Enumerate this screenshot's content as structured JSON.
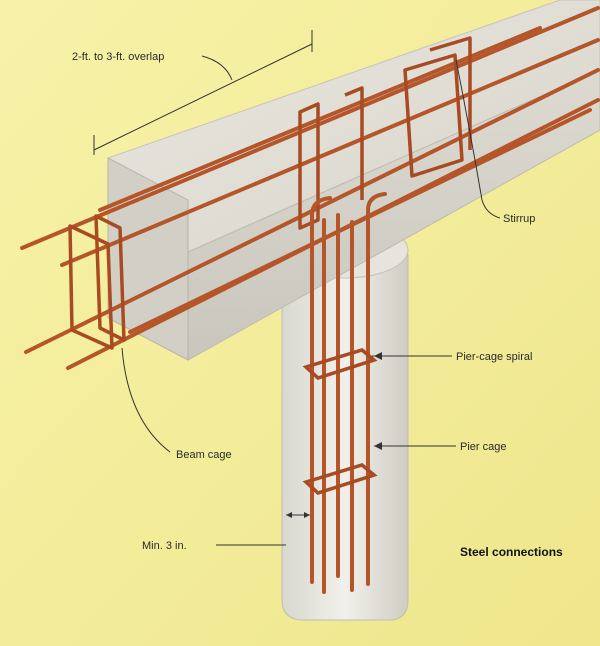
{
  "labels": {
    "overlap": "2-ft. to 3-ft. overlap",
    "stirrup": "Stirrup",
    "pier_cage_spiral": "Pier-cage spiral",
    "pier_cage": "Pier cage",
    "beam_cage": "Beam cage",
    "min_cover": "Min. 3 in.",
    "title": "Steel connections"
  },
  "colors": {
    "background": "#f4ee9a",
    "concrete": "#e3e1d8",
    "rebar": "#b4552a",
    "leader": "#333333"
  }
}
